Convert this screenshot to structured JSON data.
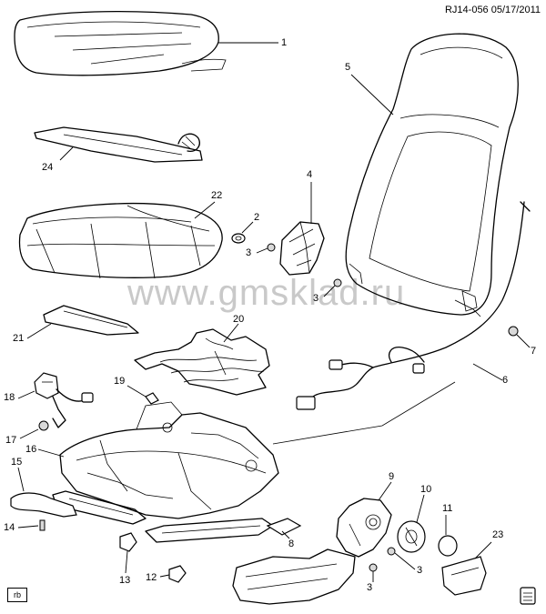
{
  "header": {
    "code": "RJ14-056",
    "date": "05/17/2011"
  },
  "watermark": "www.gmsklad.ru",
  "corner_tag": "rb",
  "callouts": [
    {
      "id": "c1",
      "text": "1"
    },
    {
      "id": "c2",
      "text": "2"
    },
    {
      "id": "c3a",
      "text": "3"
    },
    {
      "id": "c3b",
      "text": "3"
    },
    {
      "id": "c3c",
      "text": "3"
    },
    {
      "id": "c3d",
      "text": "3"
    },
    {
      "id": "c4",
      "text": "4"
    },
    {
      "id": "c5",
      "text": "5"
    },
    {
      "id": "c6",
      "text": "6"
    },
    {
      "id": "c7",
      "text": "7"
    },
    {
      "id": "c8",
      "text": "8"
    },
    {
      "id": "c9",
      "text": "9"
    },
    {
      "id": "c10",
      "text": "10"
    },
    {
      "id": "c11",
      "text": "11"
    },
    {
      "id": "c12",
      "text": "12"
    },
    {
      "id": "c13",
      "text": "13"
    },
    {
      "id": "c14",
      "text": "14"
    },
    {
      "id": "c15",
      "text": "15"
    },
    {
      "id": "c16",
      "text": "16"
    },
    {
      "id": "c17",
      "text": "17"
    },
    {
      "id": "c18",
      "text": "18"
    },
    {
      "id": "c19",
      "text": "19"
    },
    {
      "id": "c20",
      "text": "20"
    },
    {
      "id": "c21",
      "text": "21"
    },
    {
      "id": "c22",
      "text": "22"
    },
    {
      "id": "c23",
      "text": "23"
    },
    {
      "id": "c24",
      "text": "24"
    }
  ]
}
